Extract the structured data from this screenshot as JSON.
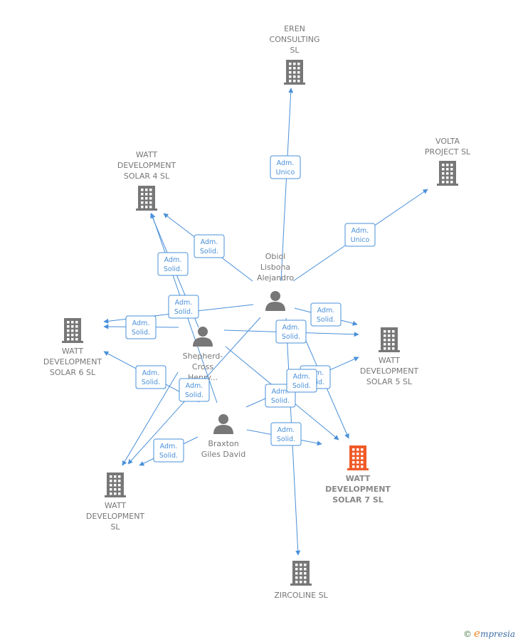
{
  "nodes": [
    {
      "id": "eren",
      "type": "company",
      "label": [
        "EREN",
        "CONSULTING",
        "SL"
      ]
    },
    {
      "id": "volta",
      "type": "company",
      "label": [
        "VOLTA",
        "PROJECT  SL"
      ]
    },
    {
      "id": "wd4",
      "type": "company",
      "label": [
        "WATT",
        "DEVELOPMENT",
        "SOLAR 4  SL"
      ]
    },
    {
      "id": "wd6",
      "type": "company",
      "label": [
        "WATT",
        "DEVELOPMENT",
        "SOLAR 6  SL"
      ]
    },
    {
      "id": "wd5",
      "type": "company",
      "label": [
        "WATT",
        "DEVELOPMENT",
        "SOLAR 5  SL"
      ]
    },
    {
      "id": "wd7",
      "type": "company",
      "focus": true,
      "label": [
        "WATT",
        "DEVELOPMENT",
        "SOLAR 7  SL"
      ]
    },
    {
      "id": "wd",
      "type": "company",
      "label": [
        "WATT",
        "DEVELOPMENT",
        "SL"
      ]
    },
    {
      "id": "zirc",
      "type": "company",
      "label": [
        "ZIRCOLINE  SL"
      ]
    },
    {
      "id": "obiol",
      "type": "person",
      "label": [
        "Obiol",
        "Lisbona",
        "Alejandro"
      ]
    },
    {
      "id": "shep",
      "type": "person",
      "label": [
        "Shepherd-",
        "Cross",
        "Henry..."
      ]
    },
    {
      "id": "brax",
      "type": "person",
      "label": [
        "Braxton",
        "Giles David"
      ]
    }
  ],
  "edges": [
    {
      "from": "obiol",
      "to": "eren",
      "label": [
        "Adm.",
        "Unico"
      ]
    },
    {
      "from": "obiol",
      "to": "volta",
      "label": [
        "Adm.",
        "Unico"
      ]
    },
    {
      "from": "obiol",
      "to": "wd4",
      "label": [
        "Adm.",
        "Solid."
      ]
    },
    {
      "from": "obiol",
      "to": "wd5",
      "label": [
        "Adm.",
        "Solid."
      ]
    },
    {
      "from": "obiol",
      "to": "wd6",
      "label": [
        "Adm.",
        "Solid."
      ]
    },
    {
      "from": "obiol",
      "to": "wd7",
      "label": [
        "Adm.",
        "Solid."
      ]
    },
    {
      "from": "obiol",
      "to": "wd",
      "label": [
        "Adm.",
        "Solid."
      ]
    },
    {
      "from": "obiol",
      "to": "zirc",
      "label": []
    },
    {
      "from": "shep",
      "to": "wd4",
      "label": [
        "Adm.",
        "Solid."
      ]
    },
    {
      "from": "shep",
      "to": "wd5",
      "label": [
        "Adm.",
        "Solid."
      ]
    },
    {
      "from": "shep",
      "to": "wd6",
      "label": [
        "Adm.",
        "Solid."
      ]
    },
    {
      "from": "shep",
      "to": "wd7",
      "label": [
        "Adm.",
        "Solid."
      ]
    },
    {
      "from": "shep",
      "to": "wd",
      "label": [
        "Adm.",
        "Solid."
      ]
    },
    {
      "from": "brax",
      "to": "wd4",
      "label": [
        "Adm.",
        "Solid."
      ]
    },
    {
      "from": "brax",
      "to": "wd5",
      "label": [
        "Adm.",
        "Solid."
      ]
    },
    {
      "from": "brax",
      "to": "wd6",
      "label": [
        "Adm.",
        "Solid."
      ]
    },
    {
      "from": "brax",
      "to": "wd7",
      "label": [
        "Adm.",
        "Solid."
      ]
    },
    {
      "from": "brax",
      "to": "wd",
      "label": [
        "Adm.",
        "Solid."
      ]
    }
  ],
  "colors": {
    "edge": "#4a90d9",
    "company": "#777777",
    "focus": "#f05a28",
    "person": "#777777"
  },
  "watermark": {
    "copyright": "©",
    "brand_initial": "e",
    "brand_rest": "mpresia"
  }
}
